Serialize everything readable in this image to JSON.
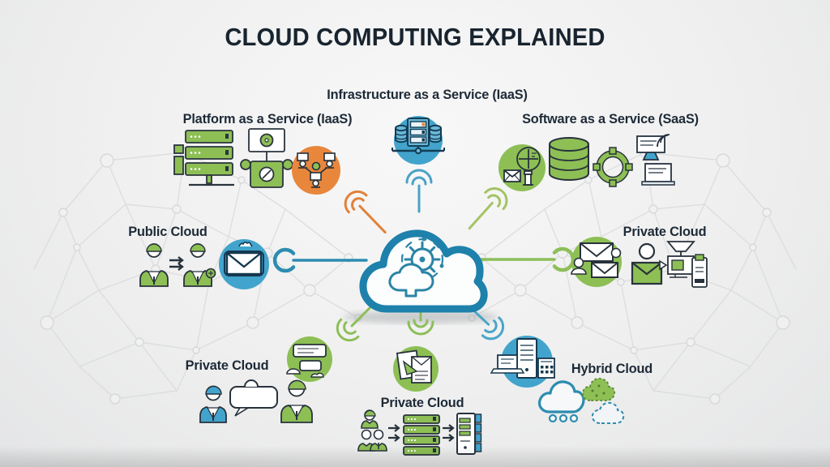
{
  "title": "CLOUD COMPUTING EXPLAINED",
  "colors": {
    "blue_circle": "#42a4cc",
    "cloud_stroke": "#1e81ab",
    "green": "#8dbf55",
    "orange": "#e8863c",
    "navy_outline": "#28323c",
    "teal_arrow": "#2d8cb0",
    "label_text": "#1d2a37",
    "mesh_gray": "#d9dadc"
  },
  "center": {
    "icon": "cloud-with-gear"
  },
  "sections": {
    "iaas": {
      "label": "Infrastructure as a Service (IaaS)"
    },
    "paas": {
      "label": "Platform as a Service (IaaS)"
    },
    "saas": {
      "label": "Software as a Service (SaaS)"
    },
    "public_cloud": {
      "label": "Public Cloud"
    },
    "private_cloud_right": {
      "label": "Private Cloud"
    },
    "private_cloud_bottom_left": {
      "label": "Private Cloud"
    },
    "private_cloud_bottom_center": {
      "label": "Private Cloud"
    },
    "hybrid_cloud": {
      "label": "Hybrid Cloud"
    }
  }
}
